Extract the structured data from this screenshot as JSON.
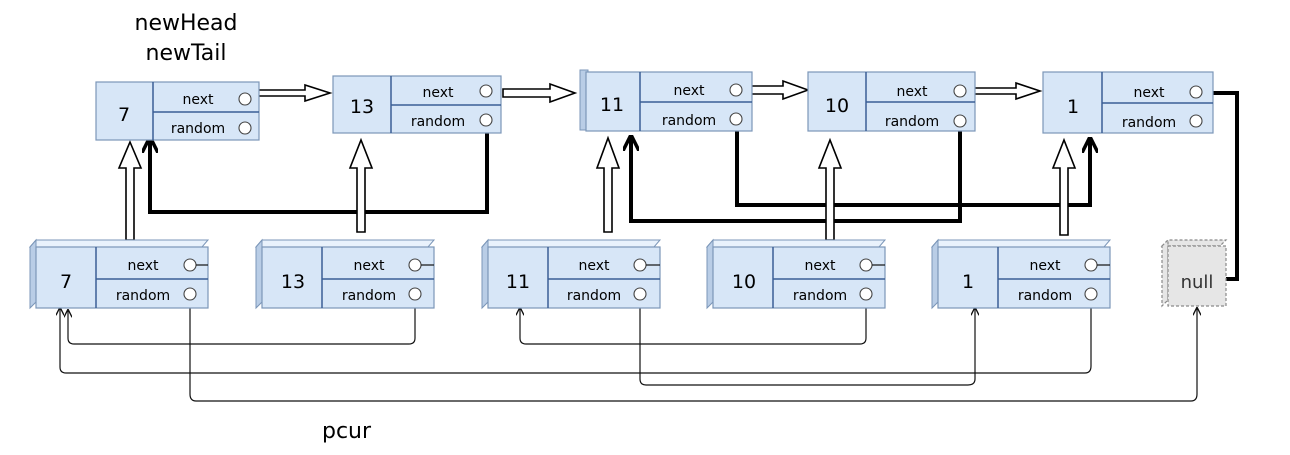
{
  "labels": {
    "new_head": "newHead",
    "new_tail": "newTail",
    "pcur": "pcur"
  },
  "fields": {
    "next": "next",
    "random": "random"
  },
  "new_list_values": [
    "7",
    "13",
    "11",
    "10",
    "1"
  ],
  "original_list_values": [
    "7",
    "13",
    "11",
    "10",
    "1"
  ],
  "null_label": "null",
  "colors": {
    "node_fill": "#d7e6f7",
    "node_border": "#7b96b8",
    "divider": "#3a5f95"
  }
}
